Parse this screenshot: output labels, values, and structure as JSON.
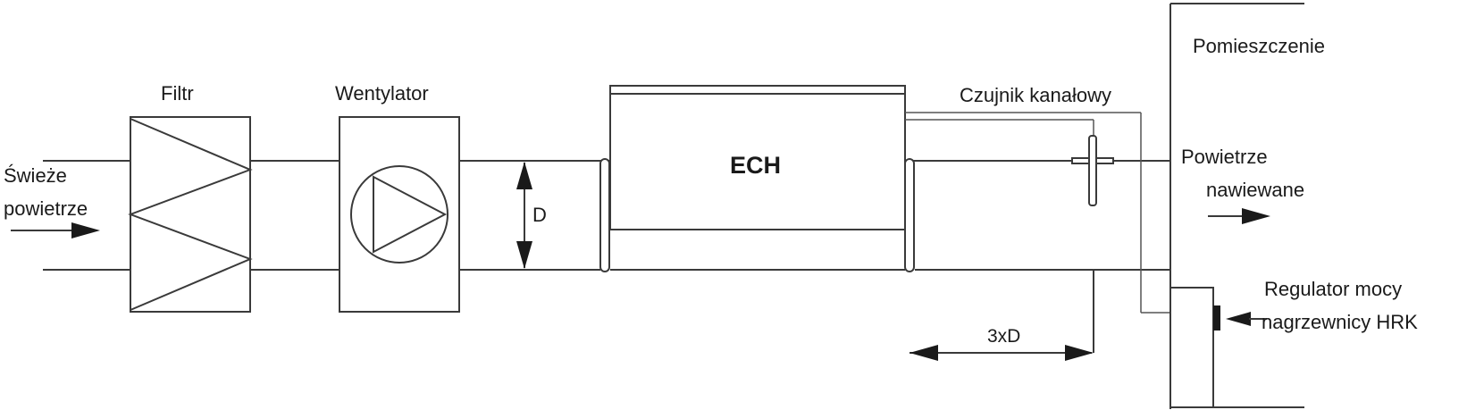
{
  "labels": {
    "fresh_air_line1": "Świeże",
    "fresh_air_line2": "powietrze",
    "filter": "Filtr",
    "fan": "Wentylator",
    "diameter": "D",
    "heater": "ECH",
    "duct_sensor": "Czujnik kanałowy",
    "room": "Pomieszczenie",
    "supply_air_line1": "Powietrze",
    "supply_air_line2": "nawiewane",
    "distance": "3xD",
    "controller_line1": "Regulator mocy",
    "controller_line2": "nagrzewnicy HRK"
  }
}
